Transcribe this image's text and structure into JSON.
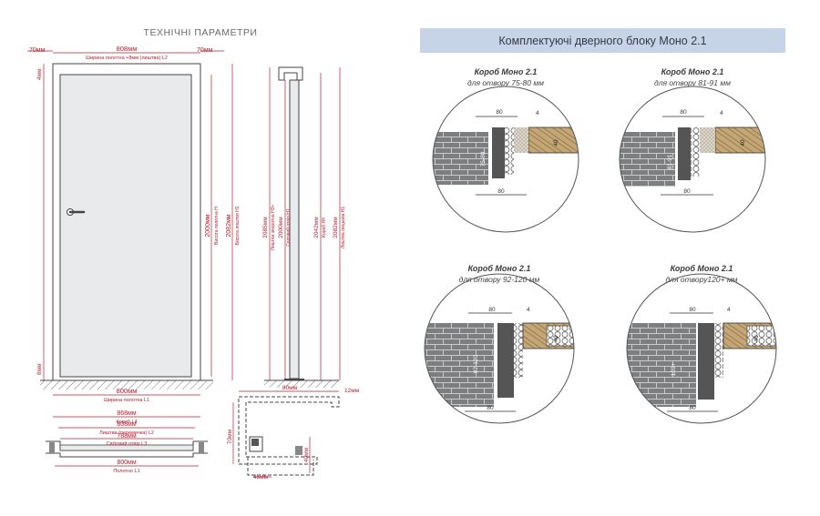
{
  "left": {
    "title": "ТЕХНІЧНІ ПАРАМЕТРИ",
    "door_front": {
      "top_offset_left": "70мм",
      "top_width": "808мм",
      "top_width_caption": "Ширина полотна +8мм (лиштва) L2",
      "top_offset_right": "70мм",
      "left_top_offset": "4мм",
      "left_bottom_offset": "8мм",
      "bottom_width": "800мм",
      "bottom_width_caption": "Ширина полотна L1",
      "height_1": "2000мм",
      "height_1_caption": "Висота полотна H",
      "height_2": "2082мм",
      "height_2_caption": "Висота лиштви H1"
    },
    "door_side": {
      "dim_1": "2085мм",
      "dim_1_caption": "Лиштва зворотна H3+",
      "dim_2": "2000мм",
      "dim_2_caption": "Світовий отвір H1",
      "dim_3": "2042мм",
      "dim_3_caption": "Короб H4",
      "dim_4": "2082мм",
      "dim_4_caption": "Лиштва лицьова H1"
    },
    "plan": {
      "w1": "868мм",
      "w1_caption": "Короб L4",
      "w2": "808мм",
      "w2_caption": "Лиштва (перемичка) L2",
      "w3": "788мм",
      "w3_caption": "Світовий отвір L3",
      "w4": "800мм",
      "w4_caption": "Полотно L1"
    },
    "detail": {
      "top_width": "80мм",
      "right_offset": "12мм",
      "left_height": "70мм",
      "inner_height": "40мм",
      "bottom_width": "45мм"
    }
  },
  "right": {
    "banner": "Комплектуючі дверного блоку Моно 2.1",
    "details": [
      {
        "title": "Короб Моно 2.1",
        "subtitle": "для отвору 75-80 мм",
        "top_dim": "80",
        "small_dim": "4",
        "bottom_dim": "80",
        "wall_dim": "75-80",
        "leaf_dim": "40"
      },
      {
        "title": "Короб Моно 2.1",
        "subtitle": "для отвору 81-91 мм",
        "top_dim": "80",
        "small_dim": "4",
        "bottom_dim": "80",
        "wall_dim": "81-91",
        "leaf_dim": "40"
      },
      {
        "title": "Короб Моно 2.1",
        "subtitle": "для отвору 92-120 мм",
        "top_dim": "80",
        "small_dim": "4",
        "bottom_dim": "80",
        "wall_dim": "92-120",
        "leaf_dim": "40"
      },
      {
        "title": "Короб Моно 2.1",
        "subtitle": "для отвору120+ мм",
        "top_dim": "80",
        "small_dim": "4",
        "bottom_dim": "80",
        "wall_dim": "120+",
        "leaf_dim": "40"
      }
    ]
  },
  "colors": {
    "accent_red": "#c0283a",
    "banner_bg": "#c7d3e6",
    "line": "#4a4a4a",
    "door_fill": "#e9eaeb",
    "brick": "#7d7e80",
    "wood": "#b89a6e"
  }
}
